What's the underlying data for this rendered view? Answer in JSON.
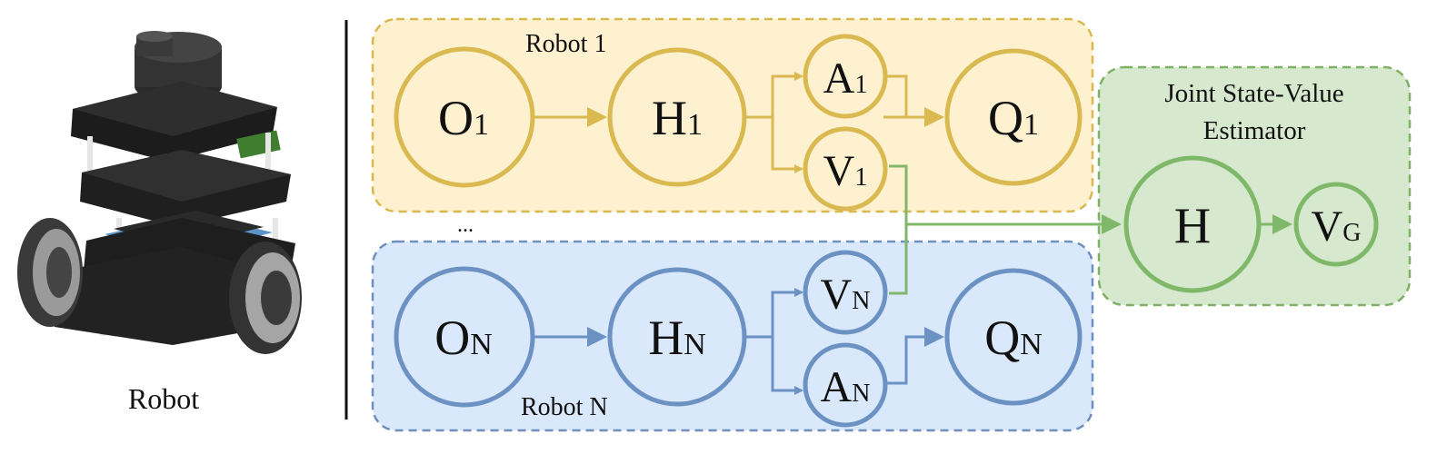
{
  "robot_caption": "Robot",
  "ellipsis": "...",
  "groups": {
    "robot1": {
      "label": "Robot 1",
      "fill": "#fdf1cf",
      "stroke": "#d8b84f"
    },
    "robotN": {
      "label": "Robot N",
      "fill": "#dae8fb",
      "stroke": "#6f8fbe"
    },
    "joint": {
      "label_line1": "Joint State-Value",
      "label_line2": "Estimator",
      "fill": "#d6e9cf",
      "stroke": "#7fb066"
    }
  },
  "colors": {
    "yellow": "#d9b950",
    "blue": "#6c92c4",
    "green": "#80b86a",
    "divider": "#111111"
  },
  "nodes": {
    "O1": {
      "main": "O",
      "sub": "1"
    },
    "H1": {
      "main": "H",
      "sub": "1"
    },
    "A1": {
      "main": "A",
      "sub": "1"
    },
    "V1": {
      "main": "V",
      "sub": "1"
    },
    "Q1": {
      "main": "Q",
      "sub": "1"
    },
    "ON": {
      "main": "O",
      "sub": "N"
    },
    "HN": {
      "main": "H",
      "sub": "N"
    },
    "VN": {
      "main": "V",
      "sub": "N"
    },
    "AN": {
      "main": "A",
      "sub": "N"
    },
    "QN": {
      "main": "Q",
      "sub": "N"
    },
    "H": {
      "main": "H",
      "sub": ""
    },
    "VG": {
      "main": "V",
      "sub": "G"
    }
  }
}
